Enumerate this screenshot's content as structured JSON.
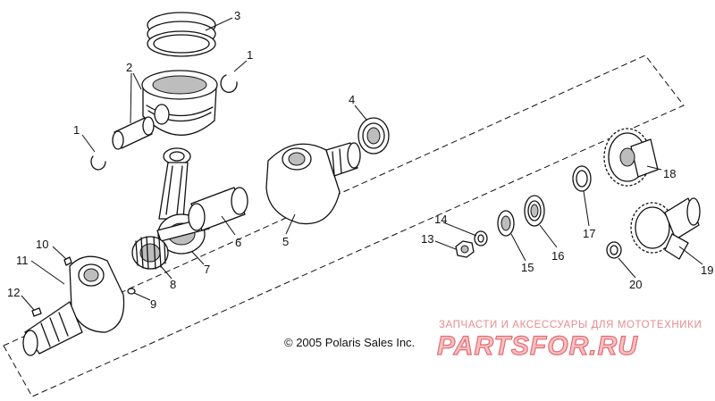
{
  "diagram": {
    "callouts": [
      {
        "id": "c1a",
        "text": "1"
      },
      {
        "id": "c1b",
        "text": "1"
      },
      {
        "id": "c2",
        "text": "2"
      },
      {
        "id": "c3",
        "text": "3"
      },
      {
        "id": "c4",
        "text": "4"
      },
      {
        "id": "c5",
        "text": "5"
      },
      {
        "id": "c6",
        "text": "6"
      },
      {
        "id": "c7",
        "text": "7"
      },
      {
        "id": "c8",
        "text": "8"
      },
      {
        "id": "c9",
        "text": "9"
      },
      {
        "id": "c10",
        "text": "10"
      },
      {
        "id": "c11",
        "text": "11"
      },
      {
        "id": "c12",
        "text": "12"
      },
      {
        "id": "c13",
        "text": "13"
      },
      {
        "id": "c14",
        "text": "14"
      },
      {
        "id": "c15",
        "text": "15"
      },
      {
        "id": "c16",
        "text": "16"
      },
      {
        "id": "c17",
        "text": "17"
      },
      {
        "id": "c18",
        "text": "18"
      },
      {
        "id": "c19",
        "text": "19"
      },
      {
        "id": "c20",
        "text": "20"
      }
    ],
    "copyright": "© 2005 Polaris Sales Inc."
  },
  "watermark": {
    "tagline": "ЗАПЧАСТИ И АКСЕССУАРЫ ДЛЯ МОТОТЕХНИКИ",
    "logo": "PARTSFOR.RU",
    "colors": {
      "text": "#e98a8e",
      "logo_fill": "#f4c2c4",
      "logo_stroke": "#e76b72"
    }
  }
}
